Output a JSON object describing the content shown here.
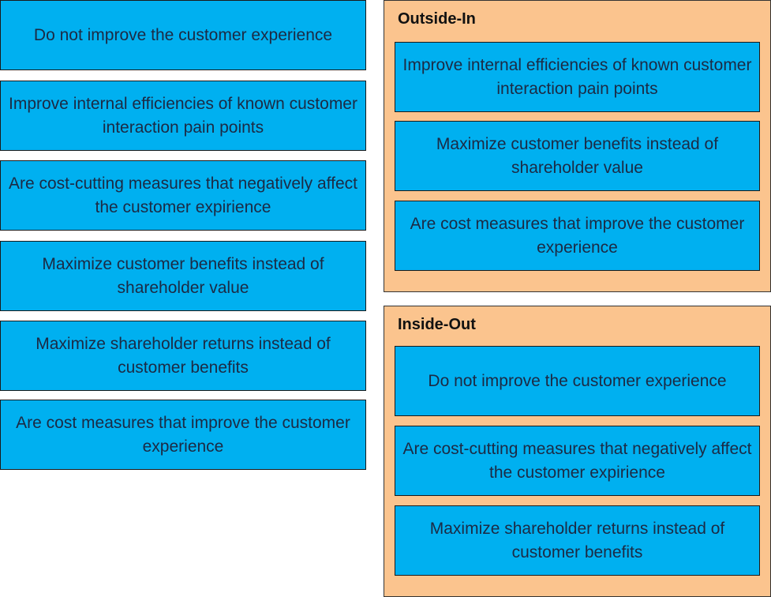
{
  "source_items": [
    "Do not improve the customer experience",
    "Improve internal efficiencies of known customer interaction pain points",
    "Are cost-cutting measures that negatively affect the customer expirience",
    "Maximize customer benefits instead of shareholder value",
    "Maximize shareholder returns instead of customer benefits",
    "Are cost measures that improve the customer experience"
  ],
  "targets": [
    {
      "title": "Outside-In",
      "items": [
        "Improve internal efficiencies of known customer interaction pain points",
        "Maximize customer benefits instead of shareholder value",
        "Are cost measures that improve the customer experience"
      ]
    },
    {
      "title": "Inside-Out",
      "items": [
        "Do not improve the customer experience",
        "Are cost-cutting measures that negatively affect the customer expirience",
        "Maximize shareholder returns instead of customer benefits"
      ]
    }
  ]
}
